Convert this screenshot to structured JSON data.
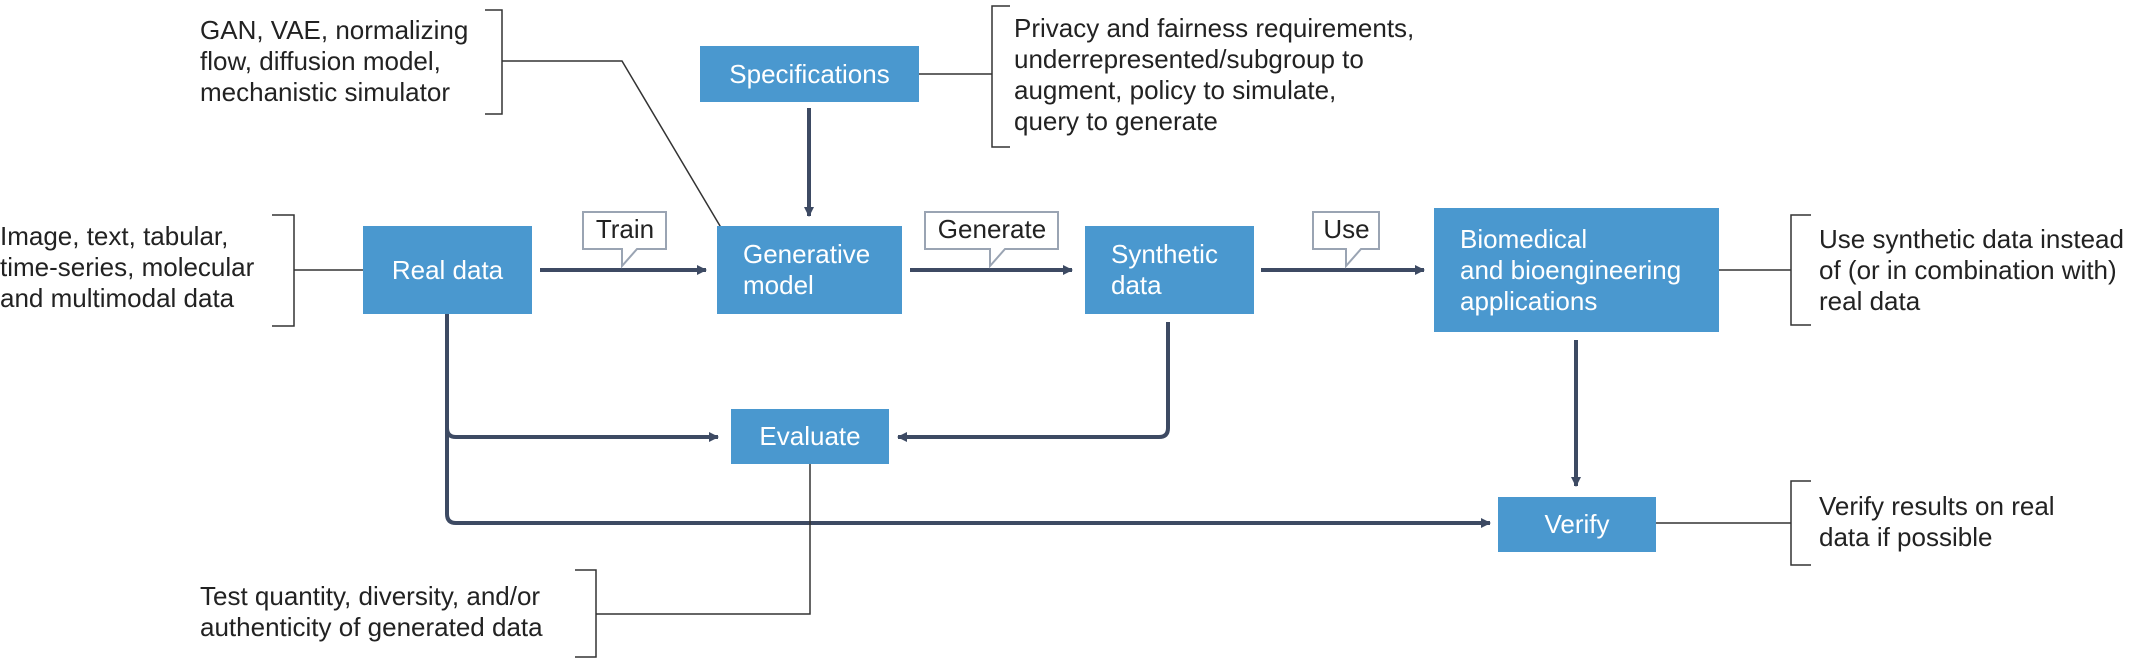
{
  "boxes": {
    "real_data": "Real data",
    "generative_model": [
      "Generative",
      "model"
    ],
    "synthetic_data": [
      "Synthetic",
      "data"
    ],
    "applications": [
      "Biomedical",
      "and bioengineering",
      "applications"
    ],
    "specifications": "Specifications",
    "evaluate": "Evaluate",
    "verify": "Verify"
  },
  "arrow_labels": {
    "train": "Train",
    "generate": "Generate",
    "use": "Use"
  },
  "notes": {
    "models": [
      "GAN, VAE, normalizing",
      "flow, diffusion model,",
      "mechanistic simulator"
    ],
    "spec_details": [
      "Privacy and fairness requirements,",
      "underrepresented/subgroup to",
      "augment, policy to simulate,",
      "query to generate"
    ],
    "data_types": [
      "Image, text, tabular,",
      "time-series, molecular",
      "and multimodal data"
    ],
    "use_instead": [
      "Use synthetic data instead",
      "of (or in combination with)",
      "real data"
    ],
    "verify_real": [
      "Verify results on real",
      "data if possible"
    ],
    "test_quality": [
      "Test quantity, diversity, and/or",
      "authenticity of generated data"
    ]
  },
  "colors": {
    "box_fill": "#4a98cf",
    "arrow": "#3d4a63",
    "callout_line": "#333333",
    "label_border": "#9aa4b3"
  }
}
